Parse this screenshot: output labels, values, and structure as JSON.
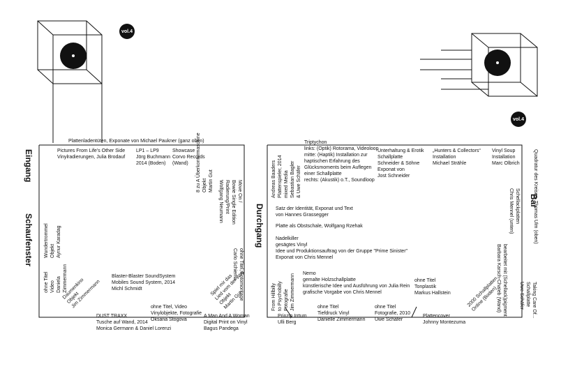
{
  "badges": {
    "left": "vol.4",
    "right": "vol.4"
  },
  "rooms": {
    "left_top": "Plattenladentüten, Exponate von Michael Paukner (ganz oben)"
  },
  "walls": {
    "eingang": "Eingang",
    "schaufenster": "Schaufenster",
    "durchgang": "Durchgang",
    "bar": "Bar"
  },
  "left": {
    "pictures": "Pictures From Life’s Other Side\nVinylradierungen, Julia Brodauf",
    "lp": "LP1 – LP9\nJörg Buchmann\n2014 (Boden)",
    "showcase": "Showcase\nCorvo Records\n(Wand)",
    "abeck": "8 zu A Überkonturmaschine\nObjekt\nMartin Gut",
    "moveon": "Move On /\nBowie Single Edition\nRadierung/Print\nWolfgang Neumann",
    "wundertrommel": "Wundertrommel\nObjekt\nAynur Karadag",
    "ohnetitel_vd": "ohne Titel\nVideo\nDaniela\nZimmermann",
    "blaster": "Blaster-Blaster SoundSystem\nMobiles Sound System, 2014\nMichl Schmidt",
    "daumenkino": "Daumenkino\nObjekt\nJim Zimmermann",
    "dusttraxx": "DUST TRAXX\nTusche auf Wand, 2014\nMonica Germann & Daniel Lorenzi",
    "oksana": "ohne Titel, Video\nVinylobjekte, Fotografie\nOksana Stogova",
    "spiel": "Spiel mir das\nLied vom der Welt\nObjekt\nMartin Gut",
    "carlo": "ohne Titel, Fotomontage\nCarlo Schiema",
    "manwoman": "A Man And A Woman\nDigital Print on Vinyl\nBagus Pandega"
  },
  "right": {
    "andreas": "Andreas Baaders\nPlattenspieler, 2014\nmixed Media\nSebastian Bagler\n& Uwe Schäfer",
    "triptychon": "Triptychon\nlinks: (Optik) Rotorama, Videoloop\nmitte: (Haptik) Installation zur\nhaptischen Erfahrung des\nGlücksmoments beim Auflegen\neiner Schallplatte\nrechts: (Akustik) o.T., Soundloop",
    "unterhaltung": "Unterhaltung & Erotik\nSchallplatte\nSchneider & Söhne\nExponat von\nJost Schneider",
    "hunters": "„Hunters & Collectors“\nInstallation\nMichael Strähle",
    "vinylsoup": "Vinyl Soup\nInstallation\nMarc Olbrich",
    "satz": "Satz der Identität, Exponat und Text\nvon Hannes Grassegger",
    "platte": "Platte als Obstschale, Wolfgang Rzehak",
    "nadelkiller": "Nadelkiller\ngesägtes Vinyl\nIdee und Produktionsauftrag von der Gruppe \"Prime Sinister\"\nExponat von Chris Mennel",
    "quadratur": "Quadratur des Kreises, Thomas Ulm (oben)",
    "schellack": "Schellackplatten\nChris Mennel (unten)",
    "bearbeitet": "bearbeitet mit (Schellack)pigment\nBarbara Karsch-Chaïeb (Wand)",
    "takingcare": "Taking Care Of...\nSchallplatte\nUwe Schäfer",
    "hillbilly": "From Hillbilly\nto Psychobilly\nFotografie\nJim Zimmermann",
    "nemo": "Nemo\ngemalte Holzschallplatte\nkünstlerische Idee und Ausführung von Julia Rein\ngrafische Vorgabe von Chris Mennel",
    "tonplastik": "ohne Titel\nTonplastik\nMarkus Hallstein",
    "ohnetitel_tief": "ohne Titel\nTiefdruck Vinyl\nDanielle Zimmermann",
    "ohnetitel_foto": "ohne Titel\nFotografie, 2010\nUwe Schäfer",
    "cover": "Plattencover\nJohnny Montezuma",
    "prinzip": "Prinzip Irrtum\nUlli Berg",
    "schallplatten2000": "2000 Schallplatten\nOnline (Boden)"
  }
}
